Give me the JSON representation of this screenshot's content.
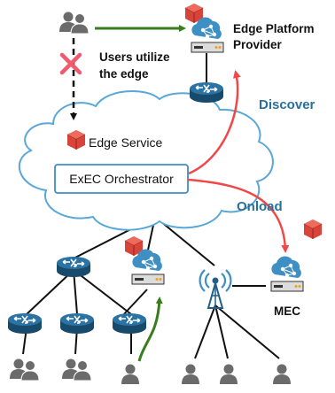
{
  "labels": {
    "provider_line1": "Edge Platform",
    "provider_line2": "Provider",
    "users_line1": "Users utilize",
    "users_line2": "the edge",
    "discover": "Discover",
    "edge_service": "Edge Service",
    "orchestrator": "ExEC Orchestrator",
    "onload": "Onload",
    "mec": "MEC"
  },
  "colors": {
    "green_arrow": "#3a7d1c",
    "red_arrow": "#f04848",
    "router_blue": "#1f5f88",
    "cloud_blue": "#3d8fc4",
    "package_red": "#d9443a",
    "person_gray": "#6b6b6b",
    "cross_red": "#f25a6e",
    "cloud_fill": "#ffffff",
    "cloud_stroke": "#5aa7d8"
  },
  "icons": [
    "users-icon",
    "person-icon",
    "router-icon",
    "edge-server-icon",
    "package-icon",
    "antenna-icon",
    "blocked-cross-icon"
  ]
}
